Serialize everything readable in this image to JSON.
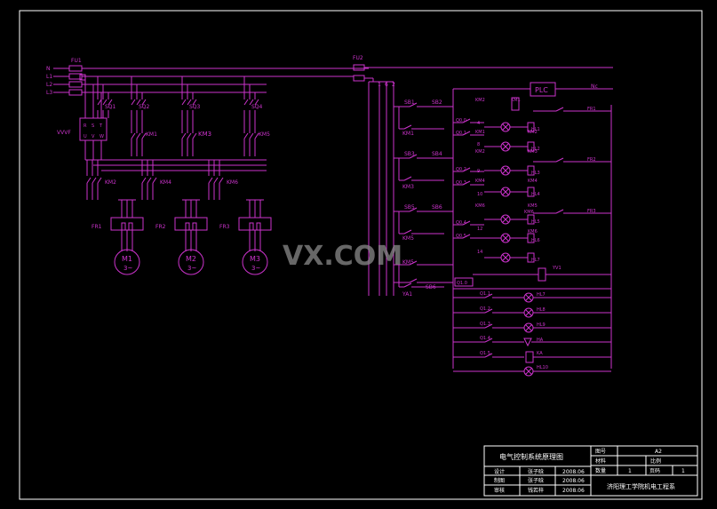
{
  "colors": {
    "background": "#000000",
    "wire": "#cc33cc",
    "frame": "#ffffff",
    "watermark": "#8a8a8a"
  },
  "watermark": "VX.COM",
  "power": {
    "fuse_main": "FU1",
    "fuse_control": "FU2",
    "lines": [
      "N",
      "L1",
      "L2",
      "L3"
    ],
    "bus_numbers": [
      "1",
      "6",
      "2"
    ]
  },
  "power_circuit": {
    "vvvf": "VVVF",
    "vvvf_inputs": [
      "R",
      "S",
      "T"
    ],
    "vvvf_outputs": [
      "U",
      "V",
      "W"
    ],
    "breakers": [
      "SQ1",
      "SQ2",
      "SQ3",
      "SQ4"
    ],
    "contactors_top": [
      "KM1",
      "KM3",
      "KM5"
    ],
    "contactors_bottom": [
      "KM2",
      "KM4",
      "KM6"
    ],
    "thermal": [
      "FR1",
      "FR2",
      "FR3"
    ],
    "motors": [
      {
        "name": "M1",
        "type": "3~"
      },
      {
        "name": "M2",
        "type": "3~"
      },
      {
        "name": "M3",
        "type": "3~"
      }
    ]
  },
  "control_circuit": {
    "plc": "PLC",
    "plc_out": "Nc",
    "sb_buttons": [
      "SB1",
      "SB2",
      "SB3",
      "SB4",
      "SB5",
      "SB6",
      "SB6"
    ],
    "km_left": [
      "KM1",
      "KM3",
      "KM5",
      "KM5",
      "YA1"
    ],
    "relays": [
      "Q0.0",
      "Q0.1",
      "Q0.2",
      "Q0.3",
      "Q0.4",
      "Q0.5",
      "Q1.0"
    ],
    "relay_numbers": [
      "4",
      "8",
      "9",
      "10",
      "12",
      "14"
    ],
    "q1_contacts": [
      "Q1.1",
      "Q1.2",
      "Q1.3",
      "Q1.4",
      "Q1.5"
    ],
    "km_coils": [
      "KM2",
      "KM1",
      "KM2",
      "KM4",
      "KM6"
    ],
    "hl_lamps": [
      "HL1",
      "HL2",
      "HL3",
      "HL4",
      "HL5",
      "HL6",
      "HL7",
      "HL8",
      "HL9",
      "HL10"
    ],
    "km_labels_right": [
      "KM1",
      "KM2",
      "KM3",
      "KM4",
      "KM5",
      "KM6",
      "KM6"
    ],
    "fr_contacts": [
      "FR1",
      "FR2",
      "FR3"
    ],
    "yv": "YV1",
    "ha": "HA",
    "ka": "KA"
  },
  "title_block": {
    "title": "电气控制系统原理图",
    "drawing_no_label": "图号",
    "drawing_no": "A2",
    "material_label": "材料",
    "scale_label": "比例",
    "qty_label": "数量",
    "qty": "1",
    "sheet_label": "页码",
    "sheet": "1",
    "design_label": "设计",
    "design_name": "张子晗",
    "design_date": "2008.06",
    "draw_label": "制图",
    "draw_name": "张子晗",
    "draw_date": "2008.06",
    "review_label": "审核",
    "review_name": "钱若梓",
    "review_date": "2008.06",
    "school": "济阳理工学院机电工程系"
  }
}
